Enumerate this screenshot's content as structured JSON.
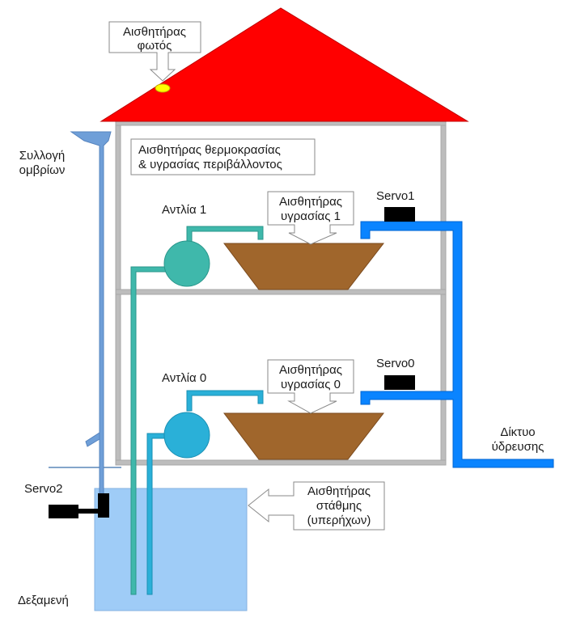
{
  "labels": {
    "light_sensor": [
      "Αισθητήρας",
      "φωτός"
    ],
    "temp_humidity_sensor": [
      "Αισθητήρας θερμοκρασίας",
      "& υγρασίας περιβάλλοντος"
    ],
    "rain_collection": [
      "Συλλογή",
      "ομβρίων"
    ],
    "pump_1": "Αντλία 1",
    "pump_0": "Αντλία 0",
    "soil_sensor_1": [
      "Αισθητήρας",
      "υγρασίας 1"
    ],
    "soil_sensor_0": [
      "Αισθητήρας",
      "υγρασίας 0"
    ],
    "servo_1": "Servo1",
    "servo_0": "Servo0",
    "servo_2": "Servo2",
    "water_network": [
      "Δίκτυο",
      "ύδρευσης"
    ],
    "level_sensor": [
      "Αισθητήρας",
      "στάθμης",
      "(υπερήχων)"
    ],
    "tank": "Δεξαμενή"
  },
  "colors": {
    "roof": "#ff0000",
    "light_sensor": "#ffff00",
    "wall": "#bdbdbd",
    "rain_pipe": "#6f9fd8",
    "pump_upper": "#3fb8ab",
    "pump_lower": "#2ab0d8",
    "mains_pipe": "#0a84ff",
    "planter": "#a0662c",
    "servo": "#000000",
    "tank": "#9fccf7"
  }
}
